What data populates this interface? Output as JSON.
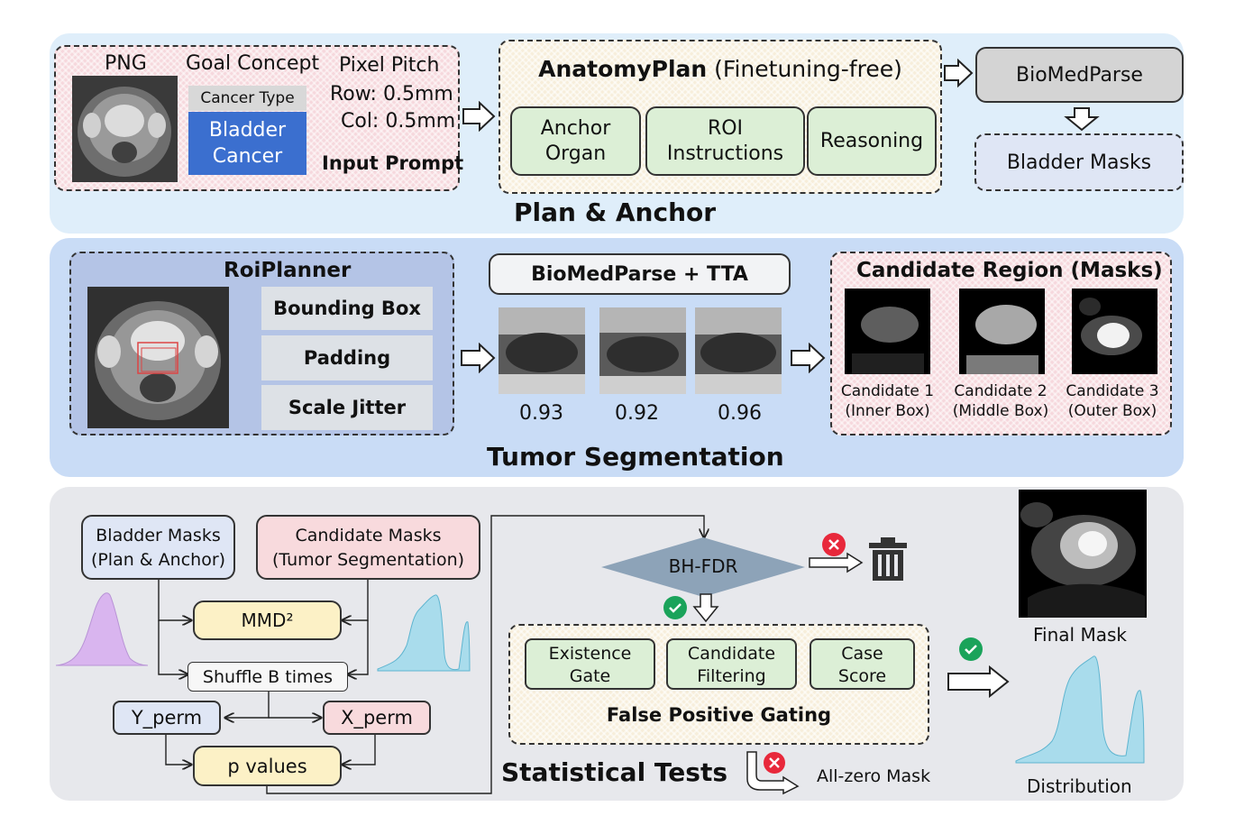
{
  "plan": {
    "title": "Plan & Anchor",
    "input": {
      "png_label": "PNG",
      "goal_label": "Goal Concept",
      "cancer_type_label": "Cancer Type",
      "cancer_value_line1": "Bladder",
      "cancer_value_line2": "Cancer",
      "pitch_label": "Pixel Pitch",
      "row": "Row: 0.5mm",
      "col": "Col: 0.5mm",
      "prompt_label": "Input Prompt"
    },
    "anatomy": {
      "title_bold": "AnatomyPlan",
      "title_rest": " (Finetuning-free)",
      "anchor_line1": "Anchor",
      "anchor_line2": "Organ",
      "roi_line1": "ROI",
      "roi_line2": "Instructions",
      "reasoning": "Reasoning"
    },
    "biomedparse": "BioMedParse",
    "bladder_masks": "Bladder Masks"
  },
  "tumor": {
    "title": "Tumor Segmentation",
    "roiplanner": {
      "title": "RoiPlanner",
      "items": [
        "Bounding Box",
        "Padding",
        "Scale Jitter"
      ]
    },
    "tta": {
      "title": "BioMedParse + TTA",
      "scores": [
        "0.93",
        "0.92",
        "0.96"
      ]
    },
    "candidates": {
      "title": "Candidate Region (Masks)",
      "items": [
        {
          "line1": "Candidate 1",
          "line2": "(Inner Box)"
        },
        {
          "line1": "Candidate 2",
          "line2": "(Middle Box)"
        },
        {
          "line1": "Candidate 3",
          "line2": "(Outer Box)"
        }
      ]
    }
  },
  "stats": {
    "title": "Statistical Tests",
    "bladder_line1": "Bladder Masks",
    "bladder_line2": "(Plan & Anchor)",
    "candidate_line1": "Candidate Masks",
    "candidate_line2": "(Tumor Segmentation)",
    "mmd": "MMD²",
    "shuffle": "Shuffle B times",
    "y_perm": "Y_perm",
    "x_perm": "X_perm",
    "p_values": "p values",
    "bh_fdr": "BH-FDR",
    "gating": {
      "title": "False Positive Gating",
      "existence_line1": "Existence",
      "existence_line2": "Gate",
      "candidate_line1": "Candidate",
      "candidate_line2": "Filtering",
      "case_line1": "Case",
      "case_line2": "Score"
    },
    "all_zero": "All-zero Mask",
    "final_mask": "Final Mask",
    "distribution": "Distribution"
  },
  "colors": {
    "plan_bg": "#dfeefa",
    "tumor_bg": "#c9dcf6",
    "stats_bg": "#e7e8ec",
    "cancer_blue": "#3b6fcf",
    "green_box": "#dcefd6",
    "mmd_yellow": "#fcf1c6",
    "purple_dist": "#d9b5ef",
    "cyan_dist": "#a9dcec",
    "check_green": "#1aa35a",
    "cross_red": "#e8283b"
  }
}
